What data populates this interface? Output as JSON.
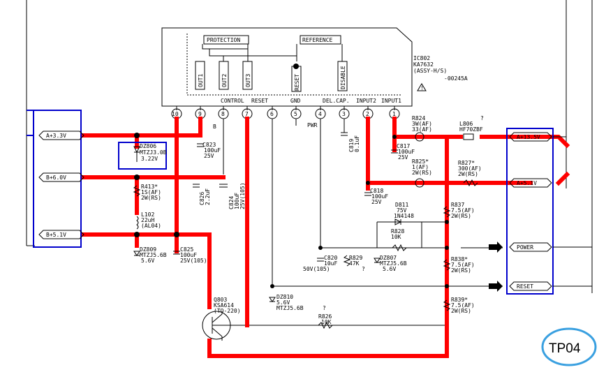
{
  "ic": {
    "ref": "IC802",
    "part": "KA7632",
    "assy": "(ASSY-H/S)",
    "code": "-00245A",
    "protection": "PROTECTION",
    "reference": "REFERENCE",
    "out1": "OUT1",
    "out2": "OUT2",
    "out3": "OUT3",
    "reset_block": "RESET",
    "disable": "DISABLE",
    "pin_labels": [
      "CONTROL",
      "RESET",
      "GND",
      "DEL.CAP.",
      "INPUT2",
      "INPUT1"
    ],
    "pins": [
      "10",
      "9",
      "8",
      "7",
      "6",
      "5",
      "4",
      "3",
      "2",
      "1"
    ]
  },
  "ports_left": [
    "A+3.3V",
    "B+6.0V",
    "B+5.1V"
  ],
  "ports_right": [
    "A+13.5V",
    "A+5.1V",
    "POWER",
    "RESET"
  ],
  "components": {
    "dz806": [
      "DZ806",
      "MTZJ3.0B",
      "3.22V"
    ],
    "c823": [
      "C823",
      "100uF",
      "25V"
    ],
    "c824": [
      "C824",
      "100uF",
      "25V(105)"
    ],
    "c826": [
      "C826",
      "2.2uF"
    ],
    "r413": [
      "R413*",
      "1S(AF)",
      "2W(RS)"
    ],
    "l102": [
      "L102",
      "22uH",
      "(AL04)"
    ],
    "dz809": [
      "DZ809",
      "MTZJ5.6B",
      "5.6V"
    ],
    "c825": [
      "C825",
      "100uF",
      "25V(105)"
    ],
    "q803": [
      "Q803",
      "KSA614",
      "(TO-220)"
    ],
    "dz810": [
      "DZ810",
      "5.6V",
      "MTZJ5.6B"
    ],
    "r826": [
      "R826",
      "10K"
    ],
    "c819": [
      "C819",
      "0.1uF"
    ],
    "r824": [
      "R824",
      "3W(AF)",
      "33(AF)"
    ],
    "l806": [
      "L806",
      "HF70ZBF"
    ],
    "c817": [
      "C817",
      "100uF",
      "25V"
    ],
    "r825": [
      "R825*",
      "1(AF)",
      "2W(RS)"
    ],
    "r827": [
      "R827*",
      "300(AF)",
      "2W(RS)"
    ],
    "c818": [
      "C818",
      "100uF",
      "25V"
    ],
    "d811": [
      "D811",
      "75V",
      "1N4148"
    ],
    "r828": [
      "R828",
      "10K"
    ],
    "r837": [
      "R837",
      "7.5(AF)",
      "2W(RS)"
    ],
    "c820": [
      "C820",
      "10uF",
      "50V(105)"
    ],
    "r829": [
      "R829",
      "47K"
    ],
    "dz807": [
      "DZ807",
      "MTZJ5.6B",
      "5.6V"
    ],
    "r838": [
      "R838*",
      "7.5(AF)",
      "2W(RS)"
    ],
    "r839": [
      "R839*",
      "7.5(AF)",
      "2W(RS)"
    ]
  },
  "misc": {
    "pwr": "PWR",
    "b": "B",
    "q1": "?",
    "q2": "?",
    "q3": "?",
    "tp": "TP04"
  }
}
